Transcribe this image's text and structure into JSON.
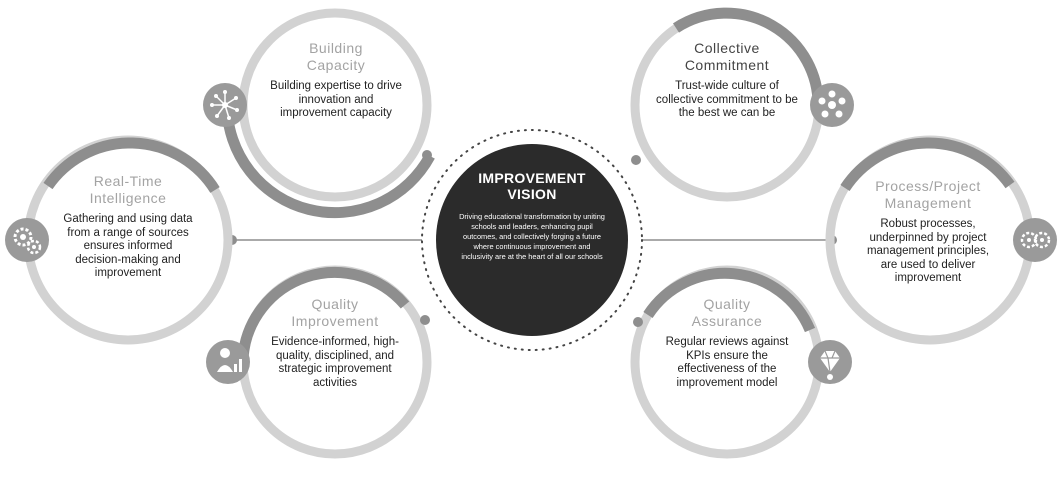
{
  "center": {
    "title_line1": "IMPROVEMENT",
    "title_line2": "VISION",
    "body": "Driving educational transformation by uniting schools and leaders, enhancing pupil outcomes, and collectively forging a future where continuous improvement and inclusivity are at the heart of all our schools"
  },
  "nodes": {
    "building_capacity": {
      "title_line1": "Building",
      "title_line2": "Capacity",
      "description": "Building expertise to drive innovation and improvement capacity",
      "icon": "network-burst-icon"
    },
    "real_time_intelligence": {
      "title_line1": "Real-Time",
      "title_line2": "Intelligence",
      "description": "Gathering and using data from a range of sources ensures informed decision-making and improvement",
      "icon": "gears-icon"
    },
    "quality_improvement": {
      "title_line1": "Quality",
      "title_line2": "Improvement",
      "description": "Evidence-informed, high-quality, disciplined, and strategic improvement activities",
      "icon": "person-growth-icon"
    },
    "collective_commitment": {
      "title_line1": "Collective",
      "title_line2": "Commitment",
      "description": "Trust-wide culture of collective commitment to be the best we can be",
      "icon": "people-circle-icon"
    },
    "process_project_management": {
      "title_line1": "Process/Project",
      "title_line2": "Management",
      "description": "Robust processes, underpinned by project management principles, are used to deliver improvement",
      "icon": "cogs-icon"
    },
    "quality_assurance": {
      "title_line1": "Quality",
      "title_line2": "Assurance",
      "description": "Regular reviews against KPIs ensure the effectiveness of the improvement model",
      "icon": "diamond-award-icon"
    }
  },
  "colors": {
    "ring_light": "#d2d2d2",
    "ring_dark": "#8e8e8e",
    "center_fill": "#2b2b2b",
    "connector": "#555555",
    "icon_fill": "#9a9a9a"
  }
}
